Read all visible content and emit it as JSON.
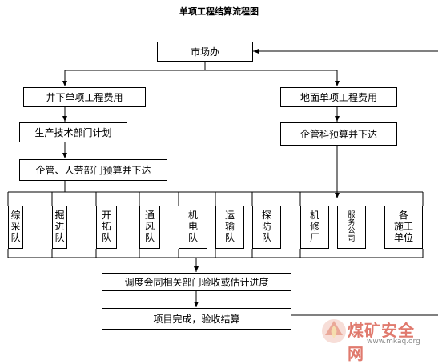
{
  "title": "单项工程结算流程图",
  "nodes": {
    "market": "市场办",
    "underground": "井下单项工程费用",
    "surface": "地面单项工程费用",
    "prod_plan": "生产技术部门计划",
    "mgmt_budget": "企管科预算并下达",
    "hr_budget": "企管、人劳部门预算并下达",
    "check": "调度会同相关部门验收或估计进度",
    "complete": "项目完成，验收结算"
  },
  "units": [
    {
      "id": "zongcai",
      "chars": [
        "综",
        "采",
        "队"
      ]
    },
    {
      "id": "juejin",
      "chars": [
        "掘",
        "进",
        "队"
      ]
    },
    {
      "id": "kaituo",
      "chars": [
        "开",
        "拓",
        "队"
      ]
    },
    {
      "id": "tongfeng",
      "chars": [
        "通",
        "风",
        "队"
      ]
    },
    {
      "id": "jidian",
      "chars": [
        "机",
        "电",
        "队"
      ]
    },
    {
      "id": "yunshu",
      "chars": [
        "运",
        "输",
        "队"
      ]
    },
    {
      "id": "tanfang",
      "chars": [
        "探",
        "防",
        "队"
      ]
    },
    {
      "id": "jixiu",
      "chars": [
        "机",
        "修",
        "厂"
      ]
    },
    {
      "id": "fuwu",
      "chars": [
        "服",
        "务",
        "公",
        "司"
      ]
    },
    {
      "id": "gesg",
      "chars": [
        "各",
        "施工",
        "单位"
      ]
    }
  ],
  "watermark": {
    "text": "煤矿安全网",
    "url": "www.mkaq.org",
    "color": "#e07a6e"
  }
}
